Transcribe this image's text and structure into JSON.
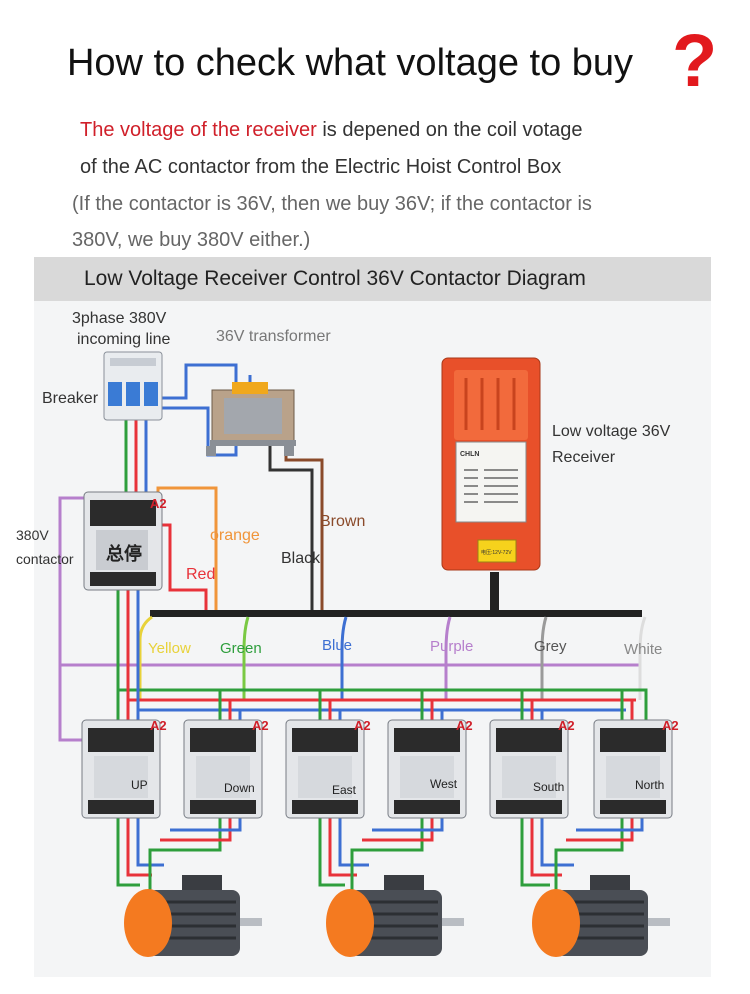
{
  "heading": {
    "title": "How to check what voltage to buy",
    "question_mark": "?"
  },
  "intro": {
    "highlight": "The voltage of the receiver",
    "rest_line1": " is depened on the coil votage",
    "line2": "of the AC contactor from the Electric Hoist Control Box",
    "note_line1": "(If the contactor is 36V, then we buy 36V; if the contactor is",
    "note_line2": "380V, we buy 380V either.)"
  },
  "diagram": {
    "title": "Low Voltage Receiver Control 36V Contactor Diagram",
    "incoming_line": [
      "3phase 380V",
      "incoming line"
    ],
    "transformer_label": "36V transformer",
    "breaker_label": "Breaker",
    "main_contactor_label": [
      "380V",
      "contactor"
    ],
    "main_contactor_text": "总停",
    "receiver_label": [
      "Low voltage 36V",
      "Receiver"
    ],
    "receiver_brand": "CHLN",
    "receiver_spec": "电压:12V-72V",
    "coil_terminal": "A2",
    "wires": {
      "orange": "orange",
      "red": "Red",
      "black": "Black",
      "brown": "Brown",
      "yellow": "Yellow",
      "green": "Green",
      "blue": "Blue",
      "purple": "Purple",
      "grey": "Grey",
      "white": "White"
    },
    "contactors": [
      "UP",
      "Down",
      "East",
      "West",
      "South",
      "North"
    ]
  },
  "colors": {
    "accent_red": "#e2191d",
    "wire_red": "#e8323a",
    "wire_green": "#2e9e3c",
    "wire_blue": "#3d6fd2",
    "wire_purple": "#b67fcc",
    "wire_orange": "#f0953a",
    "wire_brown": "#8a4a2a",
    "receiver_body": "#e8502a",
    "motor_orange": "#f47a20"
  }
}
